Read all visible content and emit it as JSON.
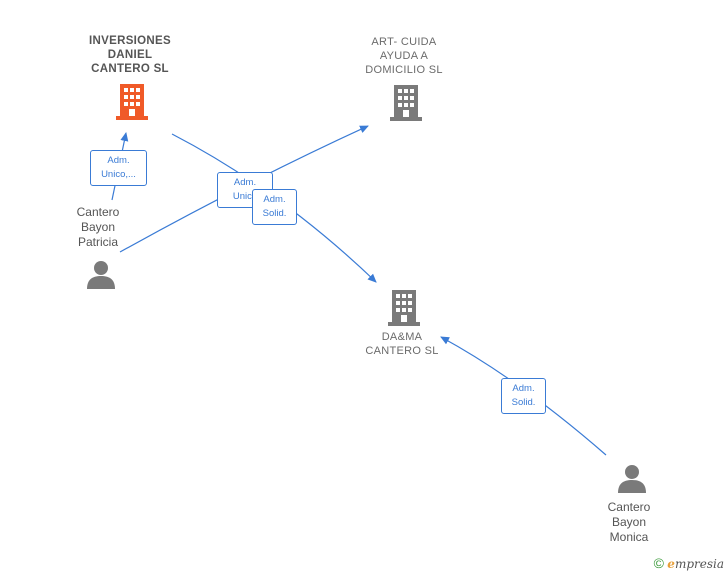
{
  "nodes": {
    "inversiones": {
      "label": "INVERSIONES\nDANIEL\nCANTERO  SL",
      "kind": "company",
      "highlight": true
    },
    "artcuida": {
      "label": "ART- CUIDA\nAYUDA A\nDOMICILIO  SL",
      "kind": "company"
    },
    "dama": {
      "label": "DA&MA\nCANTERO  SL",
      "kind": "company"
    },
    "patricia": {
      "label": "Cantero\nBayon\nPatricia",
      "kind": "person"
    },
    "monica": {
      "label": "Cantero\nBayon\nMonica",
      "kind": "person"
    }
  },
  "edge_labels": {
    "patricia_inversiones": "Adm.\nUnico,...",
    "patricia_artcuida": "Adm.\nUnico",
    "inversiones_dama": "Adm.\nSolid.",
    "monica_dama": "Adm.\nSolid."
  },
  "colors": {
    "edge": "#3a7bd5",
    "highlight": "#f05a28",
    "icon": "#7a7a7a"
  },
  "footer": {
    "copyright": "©",
    "brand_e": "e",
    "brand_rest": "mpresia"
  }
}
